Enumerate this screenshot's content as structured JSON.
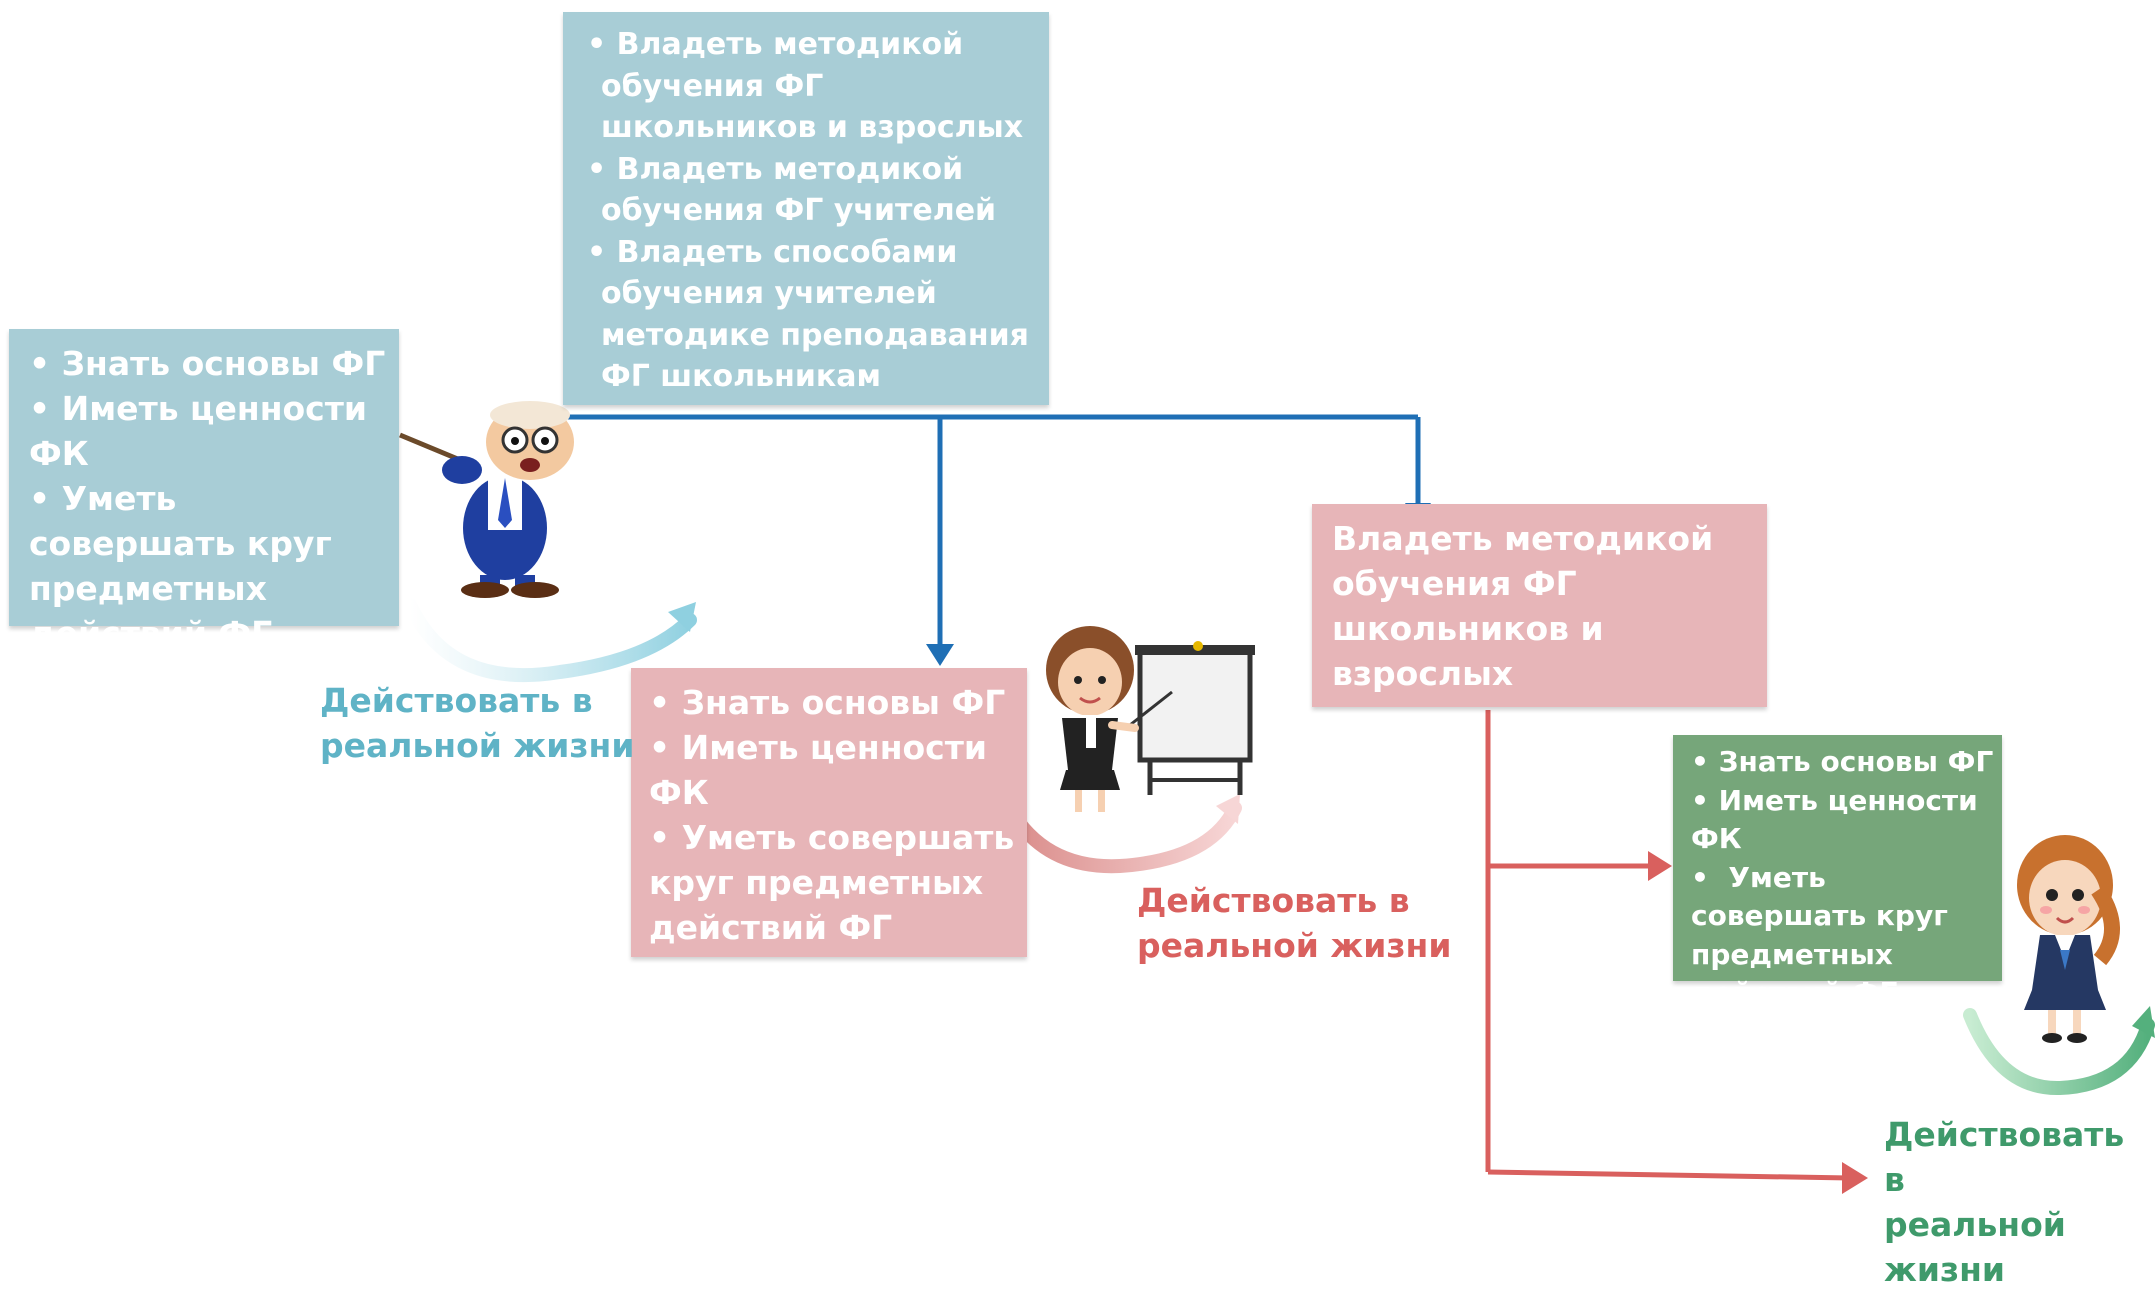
{
  "colors": {
    "blue_box": "#a8cdd6",
    "pink_box": "#e7b5b8",
    "green_box": "#76a67a",
    "blue_label": "#5fb3c6",
    "pink_label": "#d9605e",
    "green_label": "#3f9a6b",
    "blue_connector": "#1f6fb5",
    "red_connector": "#d9605e",
    "box_text": "#ffffff"
  },
  "boxes": {
    "top_blue": {
      "items": [
        "Владеть методикой обучения ФГ школьников и взрослых",
        "Владеть методикой обучения ФГ учителей",
        "Владеть способами обучения учителей методике преподавания ФГ школьникам"
      ]
    },
    "left_blue": {
      "items": [
        "Знать основы ФГ",
        "Иметь ценности ФК",
        "Уметь совершать круг предметных действий ФГ"
      ]
    },
    "mid_pink": {
      "items": [
        "Знать основы ФГ",
        "Иметь ценности ФК",
        "Уметь совершать круг предметных действий ФГ"
      ]
    },
    "right_pink": {
      "text": "Владеть методикой обучения ФГ школьников и взрослых"
    },
    "green": {
      "items": [
        "Знать основы ФГ",
        "Иметь ценности ФК",
        " Уметь совершать круг предметных действий ФГ"
      ]
    }
  },
  "labels": {
    "blue": {
      "line1": "Действовать в",
      "line2": "реальной жизни"
    },
    "pink": {
      "line1": "Действовать в",
      "line2": "реальной жизни"
    },
    "green": {
      "line1": "Действовать в",
      "line2": "реальной жизни"
    }
  },
  "figures": {
    "professor": "professor-with-pointer-illustration",
    "teacher": "teacher-with-flipchart-illustration",
    "student": "schoolgirl-illustration"
  }
}
